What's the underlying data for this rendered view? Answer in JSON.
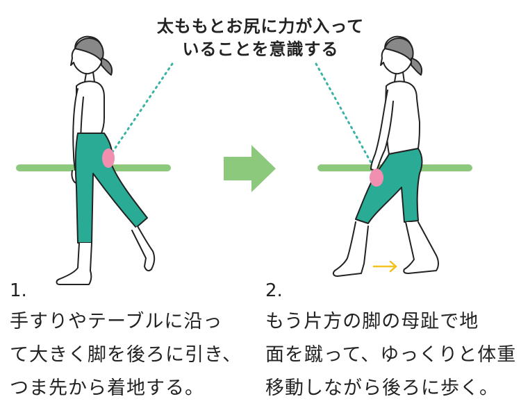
{
  "callout": {
    "line1": "太ももとお尻に力が入って",
    "line2": "いることを意識する"
  },
  "steps": [
    {
      "number": "1.",
      "lines": [
        "手すりやテーブルに沿っ",
        "て大きく脚を後ろに引き、",
        "つま先から着地する。"
      ]
    },
    {
      "number": "2.",
      "lines": [
        "もう片方の脚の母趾で地",
        "面を蹴って、ゆっくりと体重",
        "移動しながら後ろに歩く。"
      ]
    }
  ],
  "colors": {
    "rail": "#8cc97c",
    "arrow": "#8cc97c",
    "pants": "#2aab96",
    "highlight": "#f08fb0",
    "dotted_line": "#3ab3a4",
    "direction_arrow": "#f2c21f",
    "outline": "#222222"
  }
}
